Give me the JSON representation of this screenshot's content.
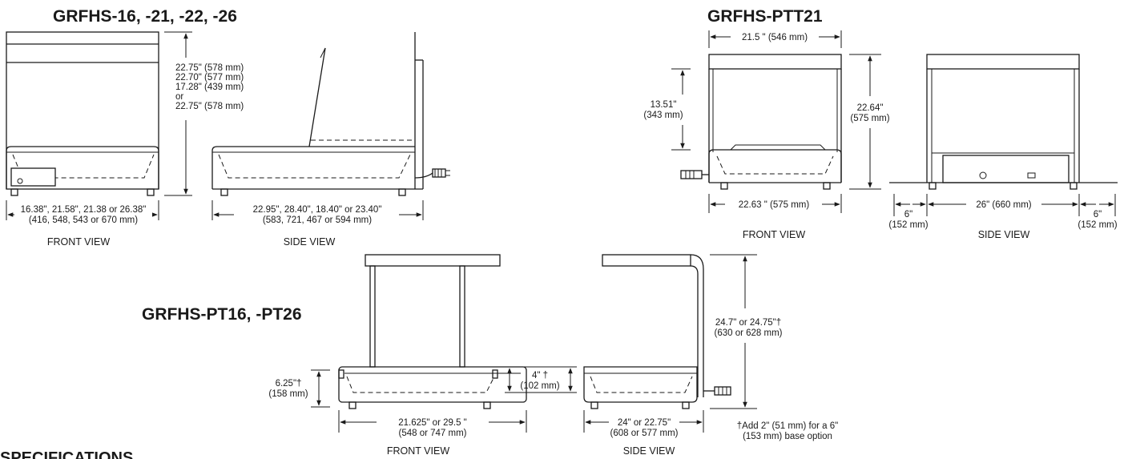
{
  "titles": {
    "top_left": "GRFHS-16, -21, -22, -26",
    "top_right": "GRFHS-PTT21",
    "bottom": "GRFHS-PT16, -PT26",
    "section": "SPECIFICATIONS"
  },
  "grfhs": {
    "height_dim": [
      "22.75\" (578 mm)",
      "22.70\" (577 mm)",
      "17.28\" (439 mm)",
      "or",
      "22.75\" (578 mm)"
    ],
    "width_dim": [
      "16.38\", 21.58\", 21.38 or 26.38\"",
      "(416, 548, 543 or 670 mm)"
    ],
    "depth_dim": [
      "22.95\", 28.40\", 18.40\" or 23.40\"",
      "(583, 721, 467 or 594 mm)"
    ],
    "front_caption": "FRONT VIEW",
    "side_caption": "SIDE VIEW"
  },
  "ptt21": {
    "top_width": "21.5 \" (546 mm)",
    "inner_height": [
      "13.51\"",
      "(343 mm)"
    ],
    "height": [
      "22.64\"",
      "(575 mm)"
    ],
    "base_width": "22.63 \" (575 mm)",
    "side_left": [
      "6\"",
      "(152 mm)"
    ],
    "side_depth": "26\" (660 mm)",
    "side_right": [
      "6\"",
      "(152 mm)"
    ],
    "front_caption": "FRONT VIEW",
    "side_caption": "SIDE VIEW"
  },
  "pt": {
    "base_height": [
      "6.25\"†",
      "(158 mm)"
    ],
    "gap": [
      "4\" †",
      "(102 mm)"
    ],
    "height": [
      "24.7\" or 24.75\"†",
      "(630 or 628 mm)"
    ],
    "width": [
      "21.625\" or 29.5 \"",
      "(548 or 747 mm)"
    ],
    "depth": [
      "24\" or 22.75\"",
      "(608 or 577 mm)"
    ],
    "note": [
      "†Add 2\" (51 mm) for a 6\"",
      "(153 mm) base option"
    ],
    "front_caption": "FRONT VIEW",
    "side_caption": "SIDE VIEW"
  }
}
